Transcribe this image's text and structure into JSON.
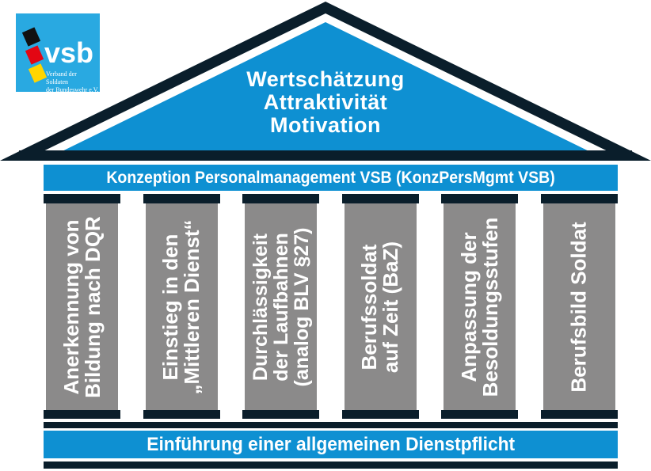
{
  "logo": {
    "acronym": "vsb",
    "subtitle_line1": "Verband der Soldaten",
    "subtitle_line2": "der Bundeswehr e.V."
  },
  "roof": {
    "lines": [
      "Wertschätzung",
      "Attraktivität",
      "Motivation"
    ]
  },
  "beam": {
    "label": "Konzeption Personalmanagement VSB (KonzPersMgmt VSB)"
  },
  "pillars": [
    {
      "lines": [
        "Anerkennung von",
        "Bildung nach DQR"
      ]
    },
    {
      "lines": [
        "Einstieg in den",
        "„Mittleren Dienst“"
      ]
    },
    {
      "lines": [
        "Durchlässigkeit",
        "der Laufbahnen",
        "(analog BLV §27)"
      ]
    },
    {
      "lines": [
        "Berufssoldat",
        "auf Zeit (BaZ)"
      ]
    },
    {
      "lines": [
        "Anpassung der",
        "Besoldungsstufen"
      ]
    },
    {
      "lines": [
        "Berufsbild Soldat"
      ]
    }
  ],
  "base": {
    "label": "Einführung einer allgemeinen Dienstpflicht"
  },
  "colors": {
    "blue": "#0e90d2",
    "logo_blue": "#29a9e1",
    "dark_navy": "#0a1e2b",
    "pillar_gray": "#8b8a8a",
    "flag_black": "#111111",
    "flag_red": "#e30613",
    "flag_yellow": "#ffd500"
  }
}
